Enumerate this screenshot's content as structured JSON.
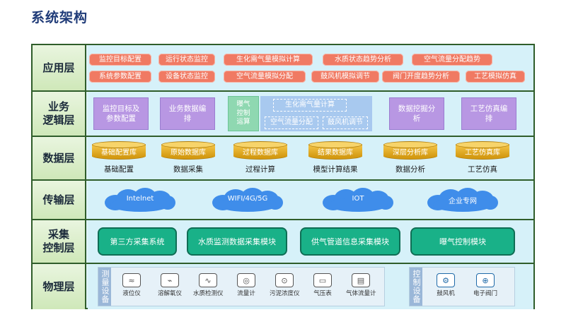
{
  "title": "系统架构",
  "layers": {
    "app": "应用层",
    "logic": "业务\n逻辑层",
    "data": "数据层",
    "transport": "传输层",
    "collect": "采集\n控制层",
    "physical": "物理层"
  },
  "app_items": [
    "监控目标配置",
    "运行状态监控",
    "生化需气量模拟计算",
    "水质状态趋势分析",
    "空气流量分配趋势",
    "系统参数配置",
    "设备状态监控",
    "空气流量模拟分配",
    "鼓风机模拟调节",
    "阀门开度趋势分析",
    "工艺模拟仿真"
  ],
  "logic": {
    "box1": "监控目标及\n参数配置",
    "box2": "业务数据编\n排",
    "green": "曝气\n控制\n运算",
    "blue_top": "生化需气量计算",
    "blue_left": "空气流量分配",
    "blue_right": "鼓风机调节",
    "box5": "数据挖掘分\n析",
    "box6": "工艺仿真编\n排"
  },
  "databases": [
    {
      "name": "基础配置库",
      "caption": "基础配置"
    },
    {
      "name": "原始数据库",
      "caption": "数据采集"
    },
    {
      "name": "过程数据库",
      "caption": "过程计算"
    },
    {
      "name": "结果数据库",
      "caption": "模型计算结果"
    },
    {
      "name": "深层分析库",
      "caption": "数据分析"
    },
    {
      "name": "工艺仿真库",
      "caption": "工艺仿真"
    }
  ],
  "networks": [
    "Intelnet",
    "WIFI/4G/5G",
    "IOT",
    "企业专网"
  ],
  "modules": [
    "第三方采集系统",
    "水质监测数据采集模块",
    "供气管道信息采集模块",
    "曝气控制模块"
  ],
  "physical": {
    "measure_tag": "测量设备",
    "control_tag": "控制设备",
    "measure_devices": [
      "液位仪",
      "溶解氧仪",
      "水质检测仪",
      "流量计",
      "污泥浓度仪",
      "气压表",
      "气体流量计"
    ],
    "control_devices": [
      "鼓风机",
      "电子阀门"
    ]
  },
  "colors": {
    "title": "#1f3b78",
    "pill": "#f07a63",
    "logic": "#b897e3",
    "green": "#8fd8b1",
    "blue": "#a8c9ef",
    "db": "#e2aa1e",
    "cloud": "#3f8dea",
    "module": "#19b188"
  }
}
